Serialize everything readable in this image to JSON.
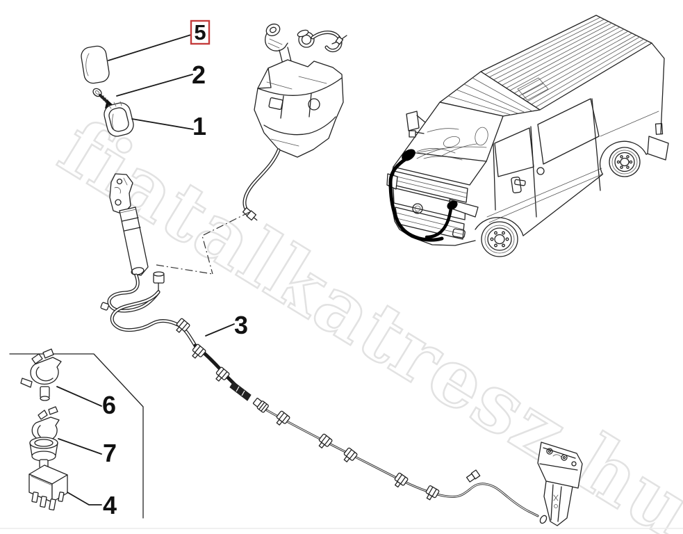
{
  "watermark": {
    "text": "fiatalkatresz.hu"
  },
  "colors": {
    "highlight_box": "#c43c3c",
    "line": "#222222",
    "watermark": "#e2e2e2"
  },
  "parts": [
    {
      "number": "5",
      "highlighted": true
    },
    {
      "number": "2",
      "highlighted": false
    },
    {
      "number": "1",
      "highlighted": false
    },
    {
      "number": "3",
      "highlighted": false
    },
    {
      "number": "6",
      "highlighted": false
    },
    {
      "number": "7",
      "highlighted": false
    },
    {
      "number": "4",
      "highlighted": false
    }
  ]
}
